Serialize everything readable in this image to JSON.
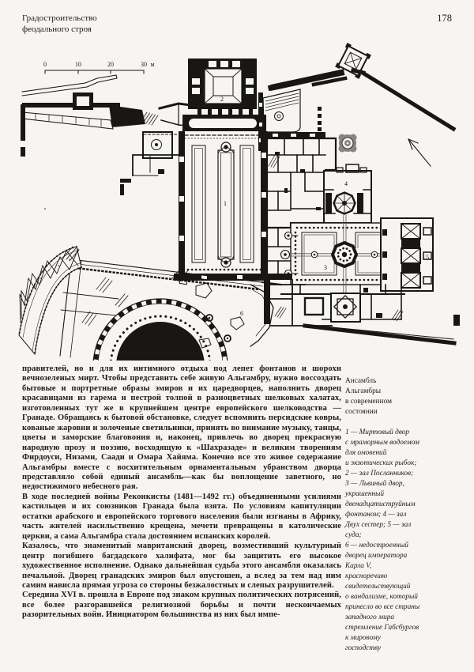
{
  "page_header": {
    "title_line1": "Градостроительство",
    "title_line2": "феодального строя",
    "page_number": "178"
  },
  "plan": {
    "scale": {
      "t0": "0",
      "t10": "10",
      "t20": "20",
      "t30": "30",
      "unit": "м"
    },
    "labels": {
      "n1": "1",
      "n2": "2",
      "n3": "3",
      "n4": "4",
      "n5": "5",
      "n6": "6"
    }
  },
  "caption": {
    "title": "Ансамбль\nАльгамбры\nв современном\nсостоянии",
    "legend": "1 — Миртовый двор\nс мраморным водоемом\nдля омовений\nи экзотических рыбок;\n2 — зал Посланников;\n3 — Львиный двор,\nукрашенный\nдвенадцатиструйным\nфонтаном; 4 — зал\nДвух сестер; 5 — зал\nсуда;\n6 — недостроенный\nдворец императора\nКарла V,\nкрасноречиво\nсвидетельствующий\nо вандализме, который\nпринесло во все страны\nзападного мира\nстремление Габсбургов\nк мировому\nгосподству"
  },
  "body": {
    "p1": "правителей, но и для их интимного отдыха под лепет фонтанов и шорохи вечнозеленых мирт. Чтобы представить себе живую Альгамбру, нужно воссоздать бытовые и портретные образы эмиров и их царедворцев, наполнить дворец красавицами из гарема и пестрой толпой в разноцветных шелковых халатах, изготовленных тут же в крупнейшем центре европейского шелководства — Гранаде. Обращаясь к бытовой обстановке, следует вспомнить персидские ковры, кованые жаровни и золоченые светильники, принять во внимание музыку, танцы, цветы и заморские благовония и, наконец, привлечь во дворец прекрасную народную прозу и поэзию, восходящую к «Шахразаде» и великим творениям Фирдоуси, Низами, Саади и Омара Хайяма. Конечно все это живое содержание Альгамбры вместе с восхитительным орнаментальным убранством дворца представляло собой единый ансамбль—как бы воплощение заветного, но недостижимого небесного рая.",
    "p2": "В ходе последней войны Реконкисты (1481—1492 гг.) объединенными усилиями кастильцев и их союзников Гранада была взята. По условиям капитуляции остатки арабского и европейского торгового населения были изгнаны в Африку, часть жителей насильственно крещена, мечети превращены в католические церкви, а сама Альгамбра стала достоянием испанских королей.",
    "p3": "Казалось, что знаменитый мавританский дворец, возместивший культурный центр погибшего багдадского халифата, мог бы защитить его высокое художественное исполнение. Однако дальнейшая судьба этого ансамбля оказалась печальной. Дворец гранадских эмиров был опустошен, а вслед за тем над ним самим нависла прямая угроза со стороны безжалостных и слепых разрушителей.",
    "p4": "Середина XVI в. прошла в Европе под знаком крупных политических потрясений, все более разгоравшейся религиозной борьбы и почти нескончаемых разорительных войн. Инициатором большинства из них был импе-"
  }
}
